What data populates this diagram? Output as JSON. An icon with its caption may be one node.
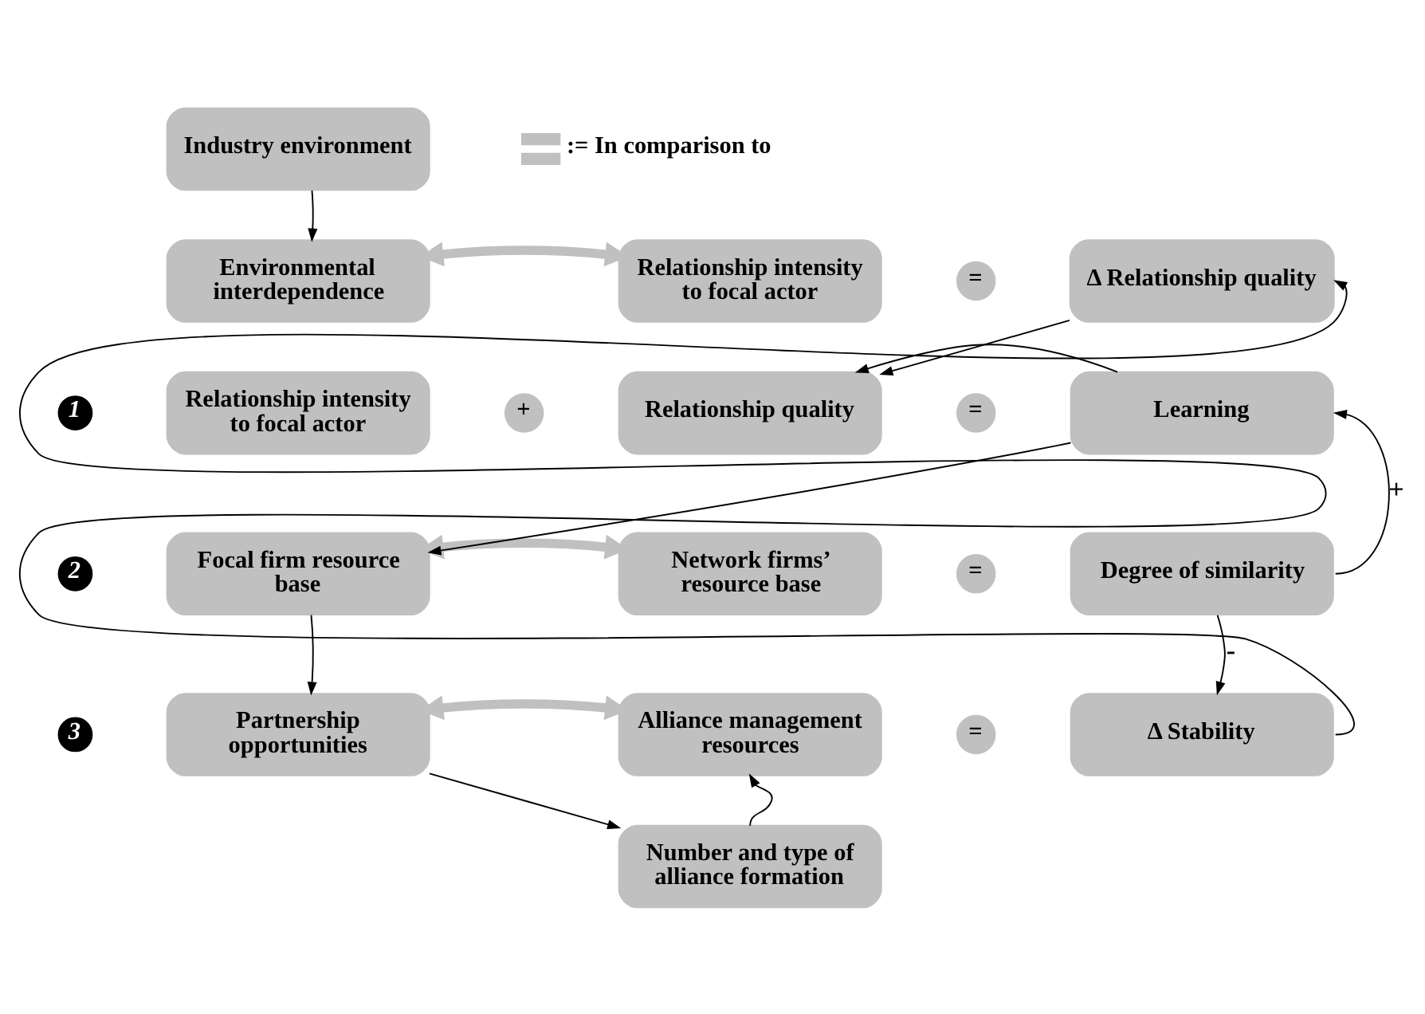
{
  "diagram": {
    "nodes": [
      {
        "text": [
          "Industry environment"
        ]
      },
      {
        "text": [
          "Environmental interdependence"
        ]
      },
      {
        "text": [
          "Relationship intensity to focal actor"
        ]
      },
      {
        "text": [
          "="
        ]
      },
      {
        "text": [
          "Δ Relationship quality"
        ]
      },
      {
        "text": [
          "1"
        ]
      },
      {
        "text": [
          "Relationship intensity to focal actor"
        ]
      },
      {
        "text": [
          "+"
        ]
      },
      {
        "text": [
          "Relationship quality"
        ]
      },
      {
        "text": [
          "="
        ]
      },
      {
        "text": [
          "Learning"
        ]
      },
      {
        "text": [
          "2"
        ]
      },
      {
        "text": [
          "Focal firm resource base"
        ]
      },
      {
        "text": [
          "Network firms’ resource base"
        ]
      },
      {
        "text": [
          "="
        ]
      },
      {
        "text": [
          "Degree of similarity"
        ]
      },
      {
        "text": [
          "3"
        ]
      },
      {
        "text": [
          "Partnership opportunities"
        ]
      },
      {
        "text": [
          "Alliance management resources"
        ]
      },
      {
        "text": [
          "="
        ]
      },
      {
        "text": [
          "Δ Stability"
        ]
      },
      {
        "text": [
          "Number and type of alliance formation"
        ]
      }
    ],
    "edges": [
      {
        "from": 0,
        "to": 1,
        "arrow": "to"
      },
      {
        "from": 1,
        "to": 2,
        "arrow": "both",
        "style": "thick",
        "color": "#c0c0c0"
      },
      {
        "from": 4,
        "to": 8,
        "arrow": "to"
      },
      {
        "from": 10,
        "to": 8,
        "arrow": "to"
      },
      {
        "from": 10,
        "to": 12,
        "arrow": "to"
      },
      {
        "from": 12,
        "to": 13,
        "arrow": "both",
        "style": "thick",
        "color": "#c0c0c0"
      },
      {
        "from": 15,
        "to": 10,
        "arrow": "to",
        "label": "+"
      },
      {
        "from": 15,
        "to": 20,
        "arrow": "to",
        "label": "-"
      },
      {
        "from": 12,
        "to": 17,
        "arrow": "to"
      },
      {
        "from": 17,
        "to": 18,
        "arrow": "both",
        "style": "thick",
        "color": "#c0c0c0"
      },
      {
        "from": 20,
        "to": 4,
        "arrow": "to"
      },
      {
        "from": 17,
        "to": 21,
        "arrow": "to"
      },
      {
        "from": 21,
        "to": 18,
        "arrow": "to"
      }
    ],
    "legend": [
      {
        "text": ":= In comparison to"
      }
    ]
  }
}
